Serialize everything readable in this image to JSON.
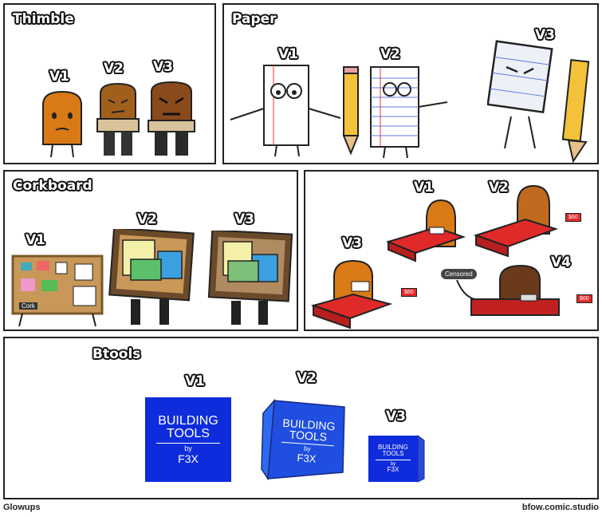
{
  "panels": {
    "thimble": {
      "title": "Thimble",
      "versions": [
        "V1",
        "V2",
        "V3"
      ]
    },
    "paper": {
      "title": "Paper",
      "versions": [
        "V1",
        "V2",
        "V3"
      ]
    },
    "corkboard": {
      "title": "Corkboard",
      "versions": [
        "V1",
        "V2",
        "V3"
      ],
      "cork_label": "Cork"
    },
    "bed": {
      "versions": [
        "V1",
        "V2",
        "V3",
        "V4"
      ],
      "price_tags": [
        "$60",
        "$60",
        "$60"
      ],
      "censored_label": "Censored"
    },
    "btools": {
      "title": "Btools",
      "versions": [
        "V1",
        "V2",
        "V3"
      ],
      "logo": {
        "line1": "BUILDING",
        "line2": "TOOLS",
        "line3": "by",
        "line4": "F3X"
      }
    }
  },
  "footer": {
    "left": "Glowups",
    "right": "bfow.comic.studio"
  },
  "colors": {
    "btools_blue": "#0f2cdc",
    "bed_red": "#e02a2a",
    "thimble_orange": "#d97a16",
    "cork": "#b8864f"
  }
}
